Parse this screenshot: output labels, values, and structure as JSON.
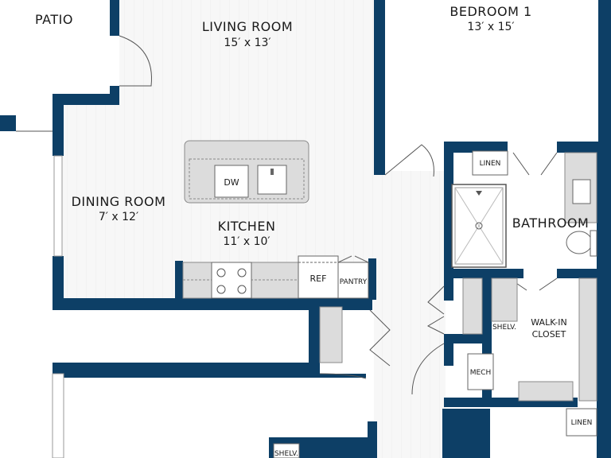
{
  "colors": {
    "wall": "#0d3f66",
    "floor": "#f7f7f7",
    "fixture": "#dcdcdc",
    "outline": "#8a8a8a"
  },
  "rooms": {
    "patio": {
      "label": "PATIO"
    },
    "living": {
      "label": "LIVING ROOM",
      "dims": "15′ x 13′"
    },
    "bedroom1": {
      "label": "BEDROOM 1",
      "dims": "13′ x 15′"
    },
    "dining": {
      "label": "DINING ROOM",
      "dims": "7′ x 12′"
    },
    "kitchen": {
      "label": "KITCHEN",
      "dims": "11′ x 10′"
    },
    "bathroom": {
      "label": "BATHROOM"
    },
    "walkin": {
      "line1": "WALK-IN",
      "line2": "CLOSET"
    }
  },
  "fixtures": {
    "dw": "DW",
    "ref": "REF",
    "pantry": "PANTRY",
    "linen_top": "LINEN",
    "linen_bottom": "LINEN",
    "shelv_closet": "SHELV.",
    "shelv_bottom": "SHELV.",
    "mech": "MECH"
  }
}
